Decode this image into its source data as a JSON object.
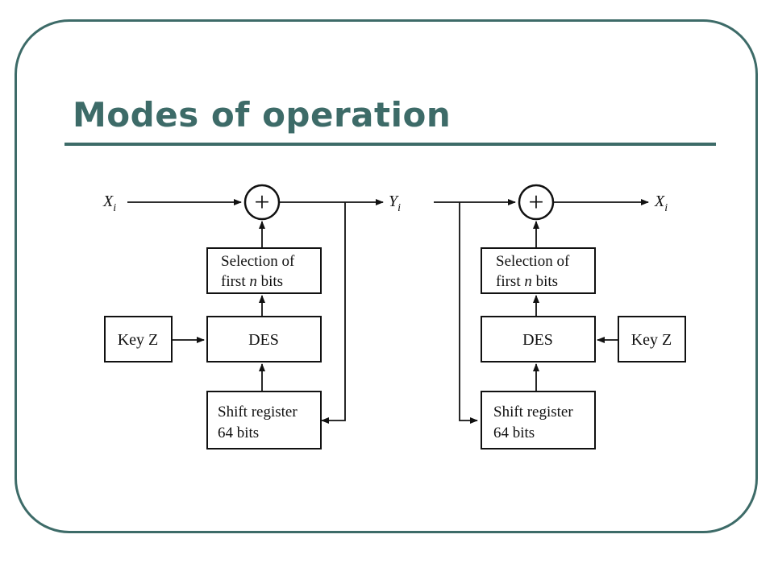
{
  "title": "Modes of operation",
  "colors": {
    "accent": "#3d6b68",
    "ink": "#111111"
  },
  "encrypt": {
    "input": {
      "base": "X",
      "sub": "i"
    },
    "output": {
      "base": "Y",
      "sub": "i"
    },
    "xor": "+",
    "selection": {
      "line1": "Selection of",
      "line2_pre": "first ",
      "line2_var": "n",
      "line2_post": " bits"
    },
    "des": "DES",
    "key": "Key Z",
    "shift": {
      "line1": "Shift register",
      "line2": "64 bits"
    }
  },
  "decrypt": {
    "output": {
      "base": "X",
      "sub": "i"
    },
    "xor": "+",
    "selection": {
      "line1": "Selection of",
      "line2_pre": "first ",
      "line2_var": "n",
      "line2_post": " bits"
    },
    "des": "DES",
    "key": "Key Z",
    "shift": {
      "line1": "Shift register",
      "line2": "64 bits"
    }
  }
}
